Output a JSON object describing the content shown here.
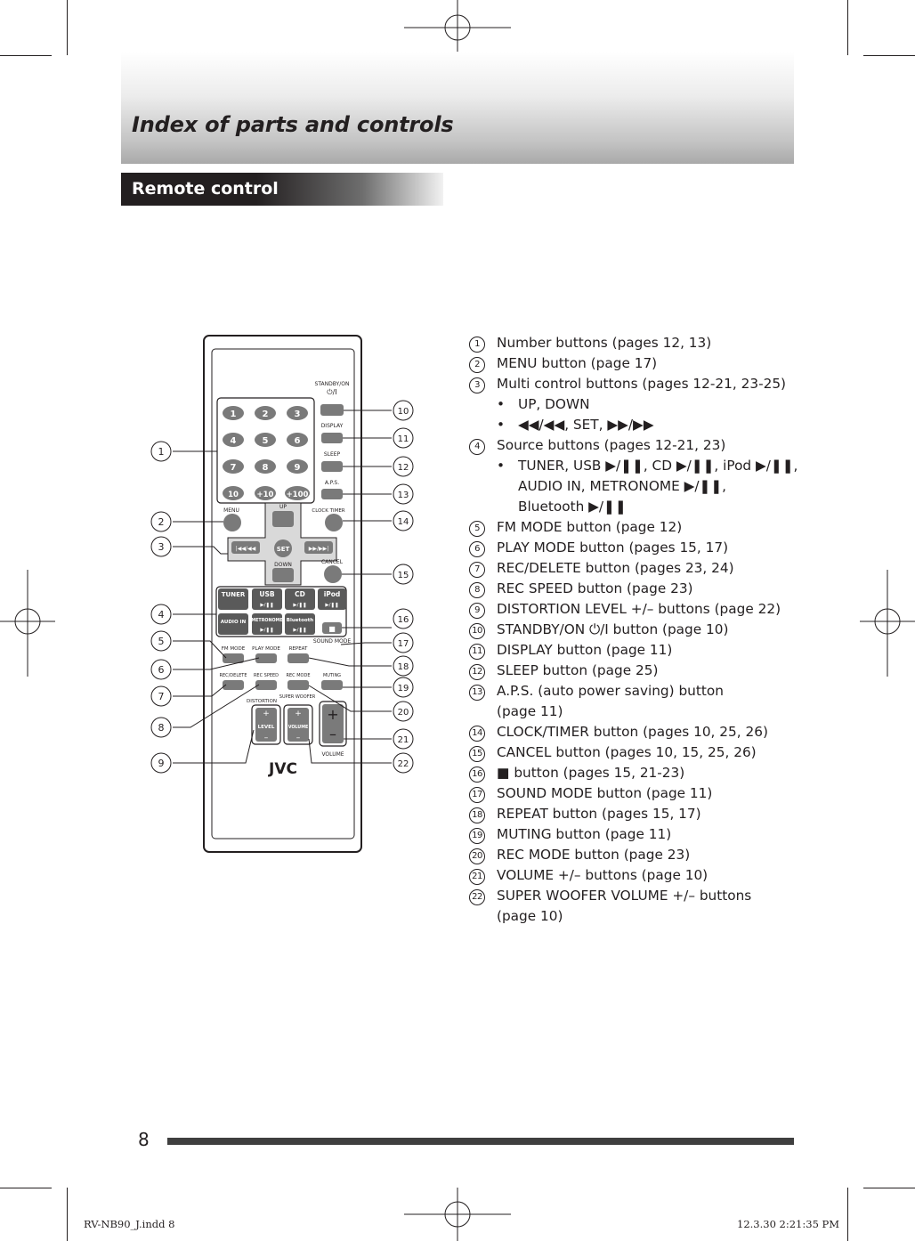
{
  "page_title": "Index of parts and controls",
  "section_title": "Remote control",
  "page_number": "8",
  "slug_left": "RV-NB90_J.indd   8",
  "slug_right": "12.3.30   2:21:35 PM",
  "remote": {
    "brand": "JVC",
    "number_keys": [
      "1",
      "2",
      "3",
      "4",
      "5",
      "6",
      "7",
      "8",
      "9",
      "10",
      "+10",
      "+100"
    ],
    "labels": {
      "standby": "STANDBY/ON",
      "standby_symbol": "⏻/I",
      "display": "DISPLAY",
      "sleep": "SLEEP",
      "aps": "A.P.S.",
      "menu": "MENU",
      "up": "UP",
      "down": "DOWN",
      "set": "SET",
      "prev": "|◀◀/◀◀",
      "next": "▶▶/▶▶|",
      "clock_timer": "CLOCK TIMER",
      "cancel": "CANCEL",
      "tuner": "TUNER",
      "usb": "USB",
      "cd": "CD",
      "ipod": "iPod",
      "play_pause": "▶/❚❚",
      "audio_in": "AUDIO IN",
      "metronome": "METRONOME",
      "bluetooth": "Bluetooth",
      "stop": "■",
      "sound_mode": "SOUND MODE",
      "fm_mode": "FM MODE",
      "play_mode": "PLAY MODE",
      "repeat": "REPEAT",
      "rec_delete": "REC/DELETE",
      "rec_speed": "REC SPEED",
      "rec_mode": "REC MODE",
      "muting": "MUTING",
      "distortion": "DISTORTION",
      "super_woofer": "SUPER WOOFER",
      "level": "LEVEL",
      "volume_small": "VOLUME",
      "volume": "VOLUME",
      "plus": "+",
      "minus": "–"
    }
  },
  "callouts": [
    "1",
    "2",
    "3",
    "4",
    "5",
    "6",
    "7",
    "8",
    "9",
    "10",
    "11",
    "12",
    "13",
    "14",
    "15",
    "16",
    "17",
    "18",
    "19",
    "20",
    "21",
    "22"
  ],
  "legend": {
    "i1": "Number buttons (pages 12, 13)",
    "i2": "MENU button (page 17)",
    "i3": "Multi control buttons (pages 12-21, 23-25)",
    "i3_b1": "UP, DOWN",
    "i3_b2": "◀◀/◀◀, SET, ▶▶/▶▶",
    "i4": "Source buttons (pages 12-21, 23)",
    "i4_b1": "TUNER, USB ▶/❚❚, CD ▶/❚❚, iPod ▶/❚❚,",
    "i4_b1_c1": "AUDIO IN, METRONOME ▶/❚❚,",
    "i4_b1_c2": "Bluetooth ▶/❚❚",
    "i5": "FM MODE button (page 12)",
    "i6": "PLAY MODE button (pages 15, 17)",
    "i7": "REC/DELETE button (pages 23, 24)",
    "i8": "REC SPEED button (page 23)",
    "i9": "DISTORTION LEVEL +/– buttons (page 22)",
    "i10": "STANDBY/ON ⏻/I  button (page 10)",
    "i11": "DISPLAY button (page 11)",
    "i12": "SLEEP button (page 25)",
    "i13": "A.P.S. (auto power saving) button",
    "i13_c": "(page 11)",
    "i14": "CLOCK/TIMER button (pages 10, 25, 26)",
    "i15": "CANCEL button (pages 10, 15, 25, 26)",
    "i16": "■ button (pages 15, 21-23)",
    "i17": "SOUND MODE button (page 11)",
    "i18": "REPEAT button (pages 15, 17)",
    "i19": "MUTING button (page 11)",
    "i20": "REC MODE button (page 23)",
    "i21": "VOLUME +/– buttons (page 10)",
    "i22": "SUPER WOOFER VOLUME +/– buttons",
    "i22_c": "(page 10)"
  }
}
